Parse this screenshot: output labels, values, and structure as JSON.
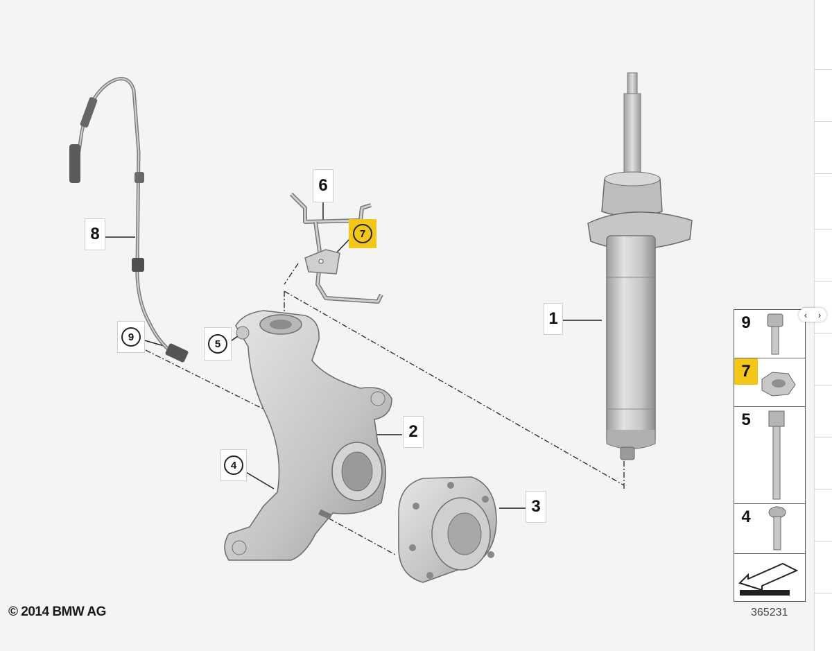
{
  "callouts": {
    "c1": "1",
    "c2": "2",
    "c3": "3",
    "c4": "4",
    "c5": "5",
    "c6": "6",
    "c7": "7",
    "c8": "8",
    "c9": "9"
  },
  "legend": {
    "items": [
      {
        "number": "9",
        "part_icon": "socket-head-bolt-icon",
        "highlighted": false
      },
      {
        "number": "7",
        "part_icon": "hex-collar-nut-icon",
        "highlighted": true
      },
      {
        "number": "5",
        "part_icon": "hex-bolt-long-icon",
        "highlighted": false
      },
      {
        "number": "4",
        "part_icon": "torx-screw-icon",
        "highlighted": false
      }
    ],
    "direction_icon": "driving-direction-arrow-icon"
  },
  "footer": {
    "copyright": "© 2014 BMW AG",
    "drawing_number": "365231"
  },
  "nav": {
    "prev_icon": "‹",
    "next_icon": "›"
  },
  "colors": {
    "highlight": "#f3c61a",
    "part_light": "#dcdcdc",
    "part_dark": "#9a9a9a",
    "background": "#f4f4f4"
  }
}
